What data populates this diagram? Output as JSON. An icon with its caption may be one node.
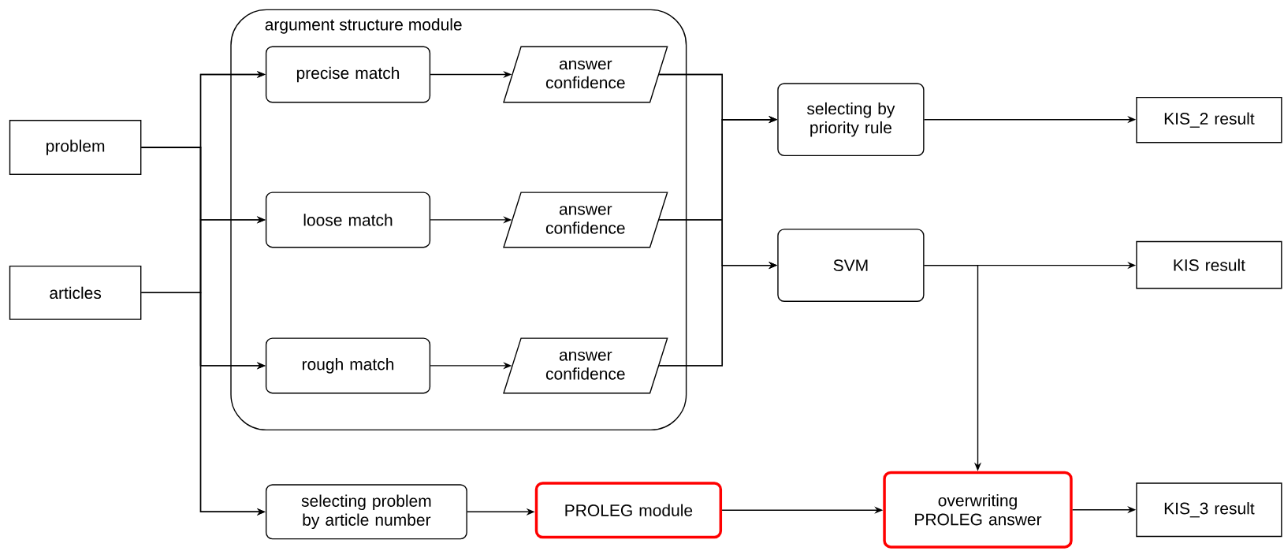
{
  "diagram": {
    "nodes": [
      {
        "text": [
          "argument structure module"
        ]
      },
      {
        "text": [
          "problem"
        ]
      },
      {
        "text": [
          "articles"
        ]
      },
      {
        "text": [
          "precise match"
        ],
        "in": 0
      },
      {
        "text": [
          "answer confidence"
        ],
        "in": 0
      },
      {
        "text": [
          "loose match"
        ],
        "in": 0
      },
      {
        "text": [
          "answer confidence"
        ],
        "in": 0
      },
      {
        "text": [
          "rough match"
        ],
        "in": 0
      },
      {
        "text": [
          "answer confidence"
        ],
        "in": 0
      },
      {
        "text": [
          "selecting by priority rule"
        ]
      },
      {
        "text": [
          "SVM"
        ]
      },
      {
        "text": [
          "KIS_2 result"
        ]
      },
      {
        "text": [
          "KIS result"
        ]
      },
      {
        "text": [
          "selecting problem by article number"
        ]
      },
      {
        "text": [
          "PROLEG module"
        ]
      },
      {
        "text": [
          "overwriting PROLEG answer"
        ]
      },
      {
        "text": [
          "KIS_3 result"
        ]
      }
    ],
    "edges": [
      {
        "from": 1,
        "to": 3,
        "arrow": "to"
      },
      {
        "from": 1,
        "to": 5,
        "arrow": "to"
      },
      {
        "from": 1,
        "to": 7,
        "arrow": "to"
      },
      {
        "from": 1,
        "to": 13,
        "arrow": "to"
      },
      {
        "from": 2,
        "to": 3,
        "arrow": "to"
      },
      {
        "from": 2,
        "to": 5,
        "arrow": "to"
      },
      {
        "from": 2,
        "to": 7,
        "arrow": "to"
      },
      {
        "from": 2,
        "to": 13,
        "arrow": "to"
      },
      {
        "from": 3,
        "to": 4,
        "arrow": "to"
      },
      {
        "from": 5,
        "to": 6,
        "arrow": "to"
      },
      {
        "from": 7,
        "to": 8,
        "arrow": "to"
      },
      {
        "from": 4,
        "to": 9,
        "arrow": "to"
      },
      {
        "from": 4,
        "to": 10,
        "arrow": "to"
      },
      {
        "from": 6,
        "to": 9,
        "arrow": "to"
      },
      {
        "from": 6,
        "to": 10,
        "arrow": "to"
      },
      {
        "from": 8,
        "to": 9,
        "arrow": "to"
      },
      {
        "from": 8,
        "to": 10,
        "arrow": "to"
      },
      {
        "from": 9,
        "to": 11,
        "arrow": "to"
      },
      {
        "from": 10,
        "to": 12,
        "arrow": "to"
      },
      {
        "from": 10,
        "to": 15,
        "arrow": "to"
      },
      {
        "from": 13,
        "to": 14,
        "arrow": "to"
      },
      {
        "from": 14,
        "to": 15,
        "arrow": "to"
      },
      {
        "from": 15,
        "to": 16,
        "arrow": "to"
      }
    ]
  }
}
